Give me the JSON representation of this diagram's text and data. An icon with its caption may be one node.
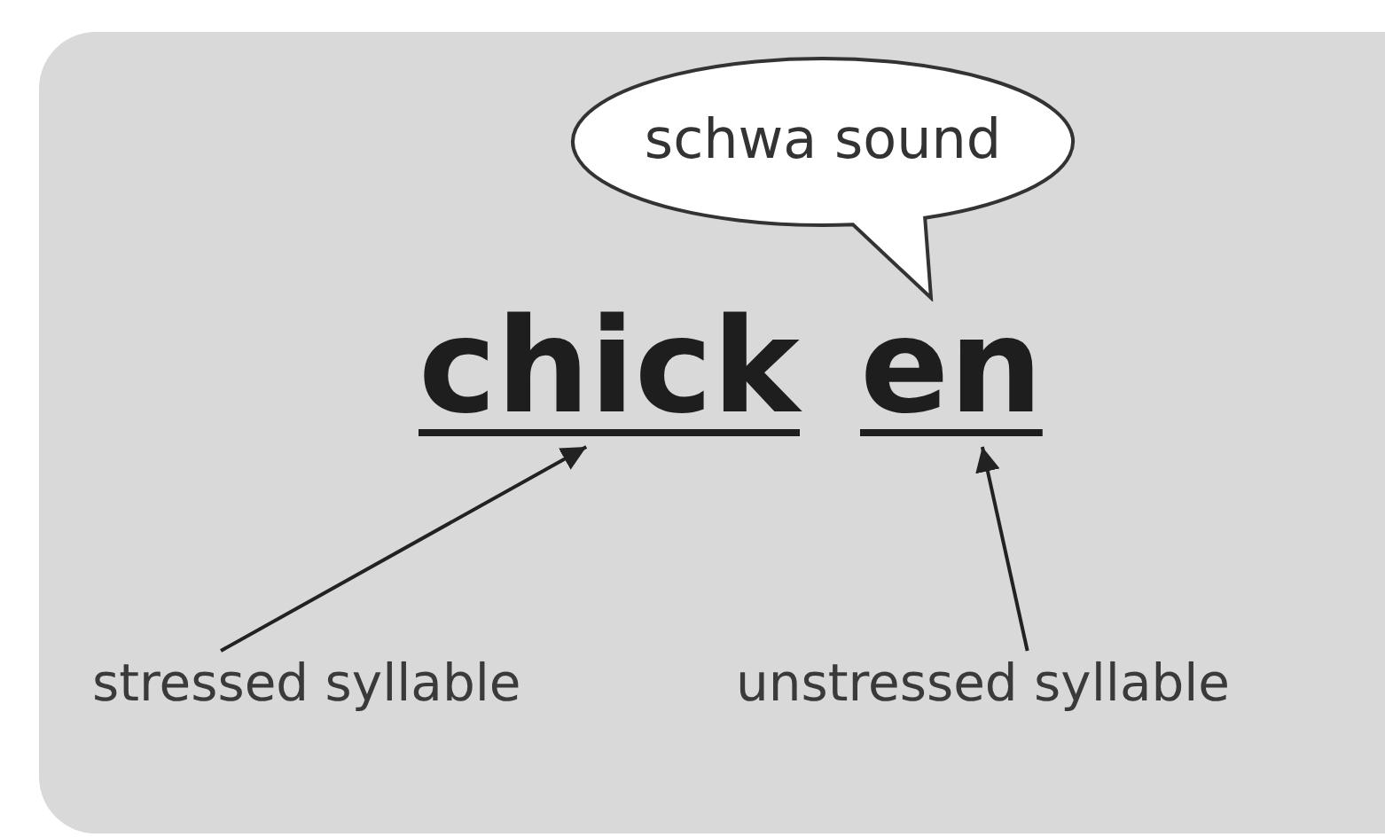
{
  "diagram": {
    "nodes": [
      {
        "text": [],
        "shape": "box"
      },
      {
        "text": [
          "schwa sound"
        ],
        "in": 0
      },
      {
        "text": [
          "chick"
        ],
        "in": 0
      },
      {
        "text": [
          "en"
        ],
        "in": 0
      },
      {
        "text": [
          "stressed syllable"
        ],
        "in": 0
      },
      {
        "text": [
          "unstressed syllable"
        ],
        "in": 0
      }
    ],
    "edges": [
      {
        "from": 4,
        "to": 2,
        "arrow": "to"
      },
      {
        "from": 5,
        "to": 3,
        "arrow": "to"
      }
    ]
  }
}
